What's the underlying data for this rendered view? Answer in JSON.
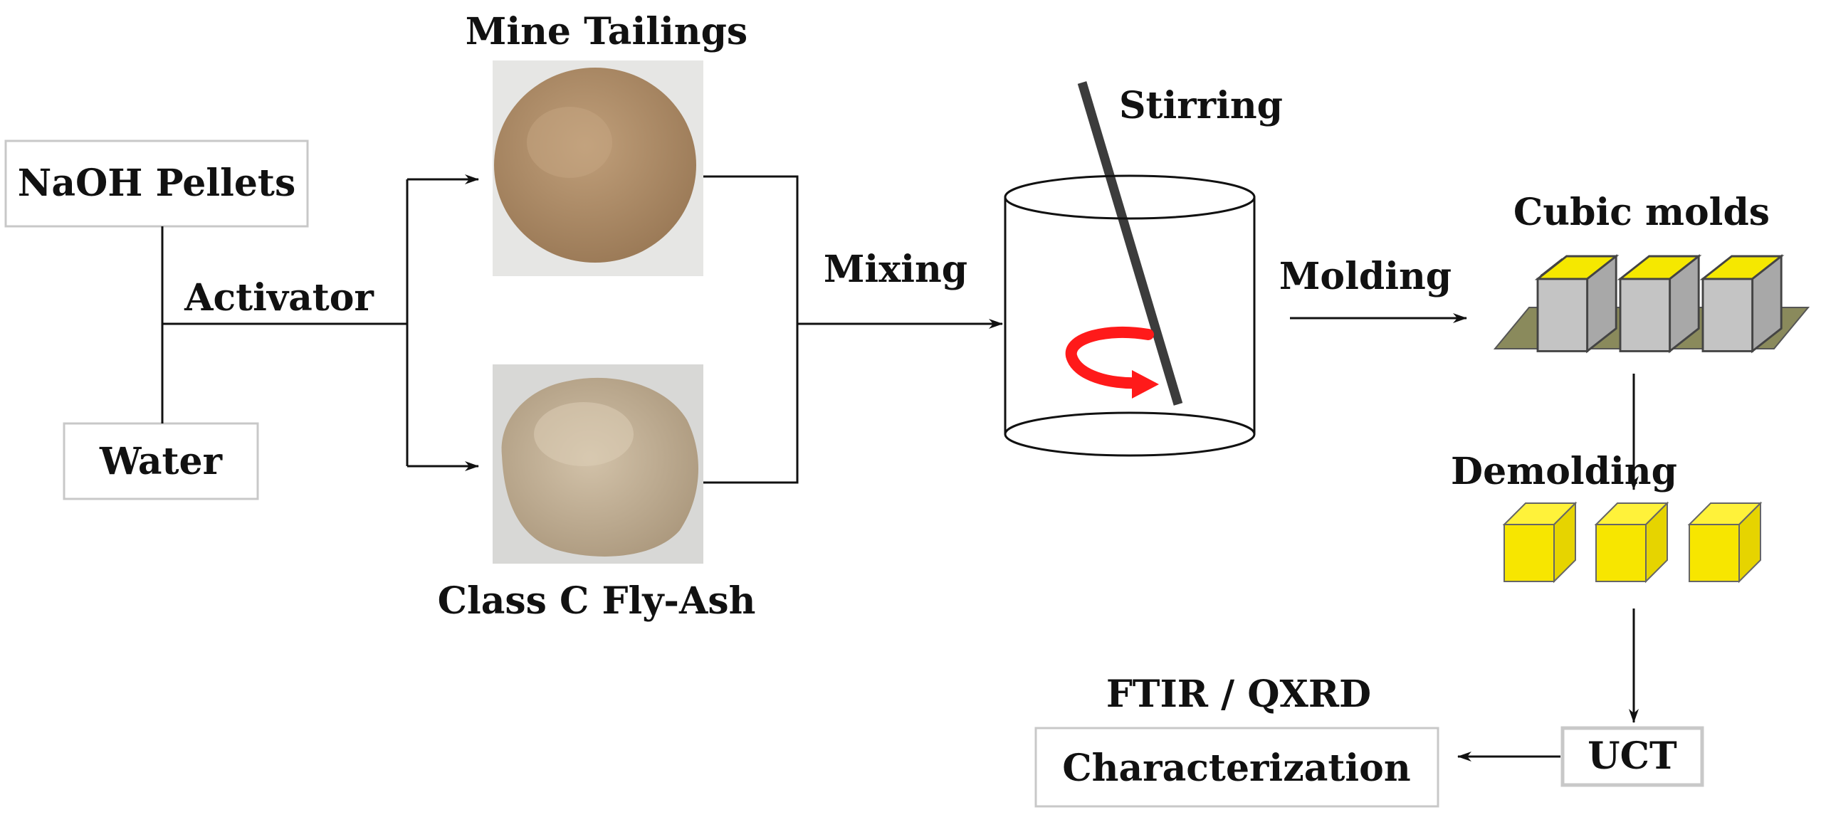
{
  "colors": {
    "line": "#111111",
    "box_border": "#c8c8c8",
    "cube_top": "#f5e800",
    "cube_side": "#a8a8a8",
    "cube_front": "#c4c4c4",
    "tray": "#8a8a5c",
    "stir_arrow": "#ff1a1a",
    "rod": "#3c3c3c",
    "mine_tailings_powder": "#b08f6a",
    "fly_ash_powder": "#c4b29a"
  },
  "labels": {
    "mine_tailings": "Mine Tailings",
    "naoh_pellets": "NaOH Pellets",
    "activator": "Activator",
    "water": "Water",
    "class_c_fly_ash": "Class C Fly-Ash",
    "mixing": "Mixing",
    "stirring": "Stirring",
    "molding": "Molding",
    "cubic_molds": "Cubic molds",
    "demolding": "Demolding",
    "ftir_qxrd": "FTIR / QXRD",
    "characterization": "Characterization",
    "uct": "UCT"
  },
  "icons": [
    "mine-tailings-photo",
    "fly-ash-photo",
    "beaker",
    "stirring-rod",
    "stir-arrow-icon",
    "cube-mold-tray",
    "demolded-cube"
  ]
}
